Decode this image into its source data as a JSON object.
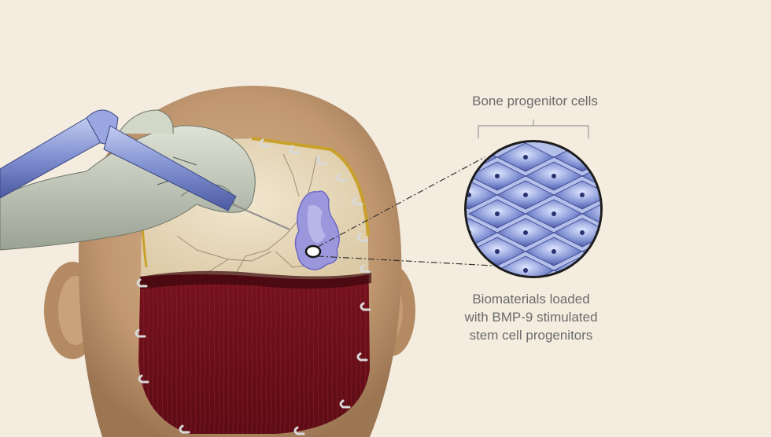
{
  "labels": {
    "bone_progenitor_cells": "Bone progenitor cells",
    "biomaterials_lines": [
      "Biomaterials loaded",
      "with BMP-9 stimulated",
      "stem cell progenitors"
    ]
  },
  "colors": {
    "background": "#f3ecdf",
    "skin": "#c9a47c",
    "muscle": "#6e0f18",
    "bone": "#e9dcc0",
    "biomaterial": "#8a88d6",
    "cells": "#7e8ed0",
    "glove": "#c8d0bf",
    "instrument": "#8b9ad6",
    "label_text": "#6b6b6b"
  },
  "icons": {
    "staple": "staple-icon",
    "implant_marker": "implant-ring-icon"
  }
}
